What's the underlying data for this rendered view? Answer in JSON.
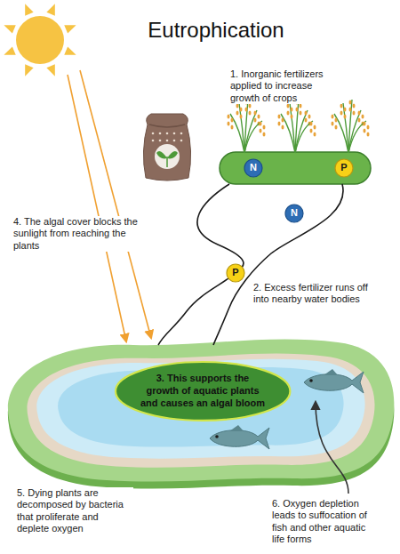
{
  "diagram": {
    "title": "Eutrophication",
    "nodes": [
      {
        "text": [
          "N"
        ]
      },
      {
        "text": [
          "P"
        ]
      },
      {
        "text": [
          "N"
        ]
      },
      {
        "text": [
          "P"
        ]
      },
      {
        "text": [
          "3. This supports the growth of aquatic plants and causes an algal bloom"
        ]
      }
    ],
    "labels": [
      "1. Inorganic fertilizers applied to increase growth of crops",
      "4. The algal cover blocks the sunlight from reaching the plants",
      "2. Excess fertilizer runs off into nearby water bodies",
      "5. Dying plants are decomposed by bacteria that proliferate and deplete oxygen",
      "6. Oxygen depletion leads to suffocation of fish and other aquatic life forms"
    ]
  }
}
